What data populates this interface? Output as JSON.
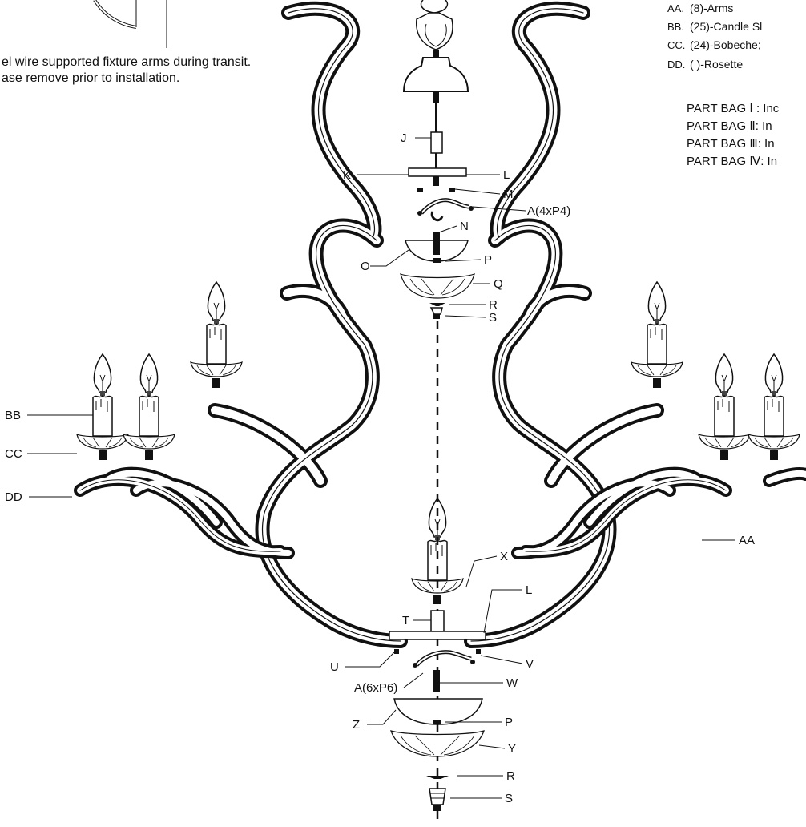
{
  "transit_note": {
    "line1": "el wire supported fixture arms during transit.",
    "line2": "ase remove prior to installation."
  },
  "legend": [
    {
      "code": "AA.",
      "text": "(8)-Arms"
    },
    {
      "code": "BB.",
      "text": "(25)-Candle Sl"
    },
    {
      "code": "CC.",
      "text": "(24)-Bobeche;"
    },
    {
      "code": "DD.",
      "text": "( )-Rosette"
    }
  ],
  "part_bags": [
    "PART BAG Ⅰ : Inc",
    "PART BAG Ⅱ: In",
    "PART BAG Ⅲ: In",
    "PART BAG Ⅳ: In"
  ],
  "callouts": {
    "J": "J",
    "K": "K",
    "L_top": "L",
    "M": "M",
    "A_top": "A(4xP4)",
    "N": "N",
    "O": "O",
    "P_top": "P",
    "Q": "Q",
    "R_top": "R",
    "S_top": "S",
    "BB": "BB",
    "CC": "CC",
    "DD": "DD",
    "AA": "AA",
    "X": "X",
    "L_bottom": "L",
    "T": "T",
    "U": "U",
    "V": "V",
    "A_bottom": "A(6xP6)",
    "W": "W",
    "Z": "Z",
    "P_bottom": "P",
    "Y": "Y",
    "R_bottom": "R",
    "S_bottom": "S"
  }
}
